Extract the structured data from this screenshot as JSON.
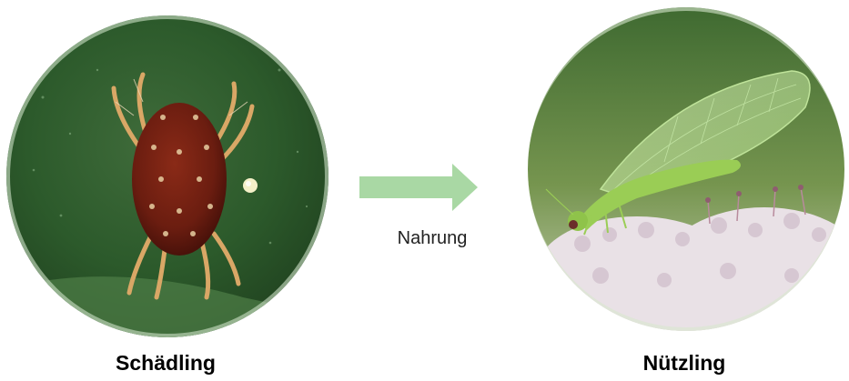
{
  "pest": {
    "caption": "Schädling",
    "image": "spider-mite-photo"
  },
  "beneficial": {
    "caption": "Nützling",
    "image": "lacewing-photo"
  },
  "relation": {
    "label": "Nahrung",
    "icon": "arrow-right-icon",
    "color": "#a9d8a4"
  }
}
